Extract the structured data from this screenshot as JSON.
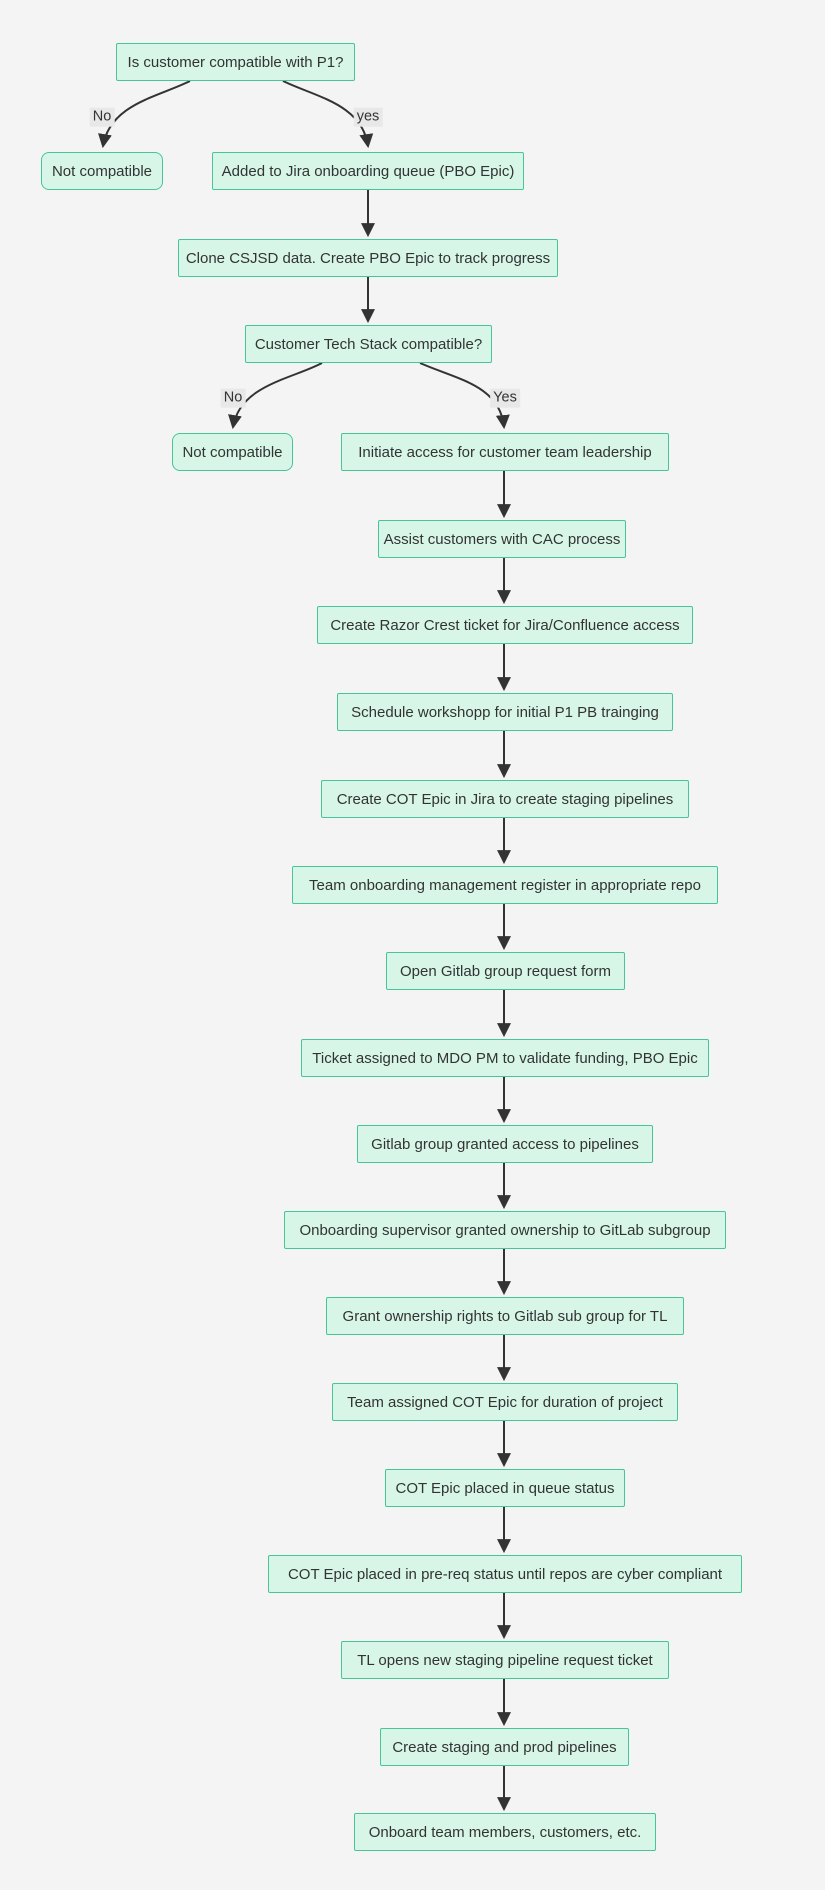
{
  "diagram": {
    "type": "flowchart",
    "direction": "top-down",
    "colors": {
      "background": "#f4f4f4",
      "node_fill": "#d7f6e8",
      "node_border": "#46c599",
      "node_text": "#333333",
      "arrow": "#333333",
      "edge_label_bg": "#e8e8e8"
    },
    "nodes": [
      {
        "id": "compat-question",
        "label": "Is customer compatible with P1?"
      },
      {
        "id": "not-compatible-1",
        "label": "Not compatible"
      },
      {
        "id": "jira-queue",
        "label": "Added to Jira onboarding queue (PBO Epic)"
      },
      {
        "id": "clone-csjsd",
        "label": "Clone CSJSD data. Create PBO Epic to track progress"
      },
      {
        "id": "tech-stack-question",
        "label": "Customer Tech Stack compatible?"
      },
      {
        "id": "not-compatible-2",
        "label": "Not compatible"
      },
      {
        "id": "initiate-access",
        "label": "Initiate access for customer team leadership"
      },
      {
        "id": "assist-cac",
        "label": "Assist customers with CAC process"
      },
      {
        "id": "razor-crest",
        "label": "Create Razor Crest ticket for Jira/Confluence access"
      },
      {
        "id": "schedule-workshop",
        "label": "Schedule workshopp for initial P1 PB trainging"
      },
      {
        "id": "create-cot-epic",
        "label": "Create COT Epic in Jira to create staging pipelines"
      },
      {
        "id": "team-register",
        "label": "Team onboarding management register in appropriate repo"
      },
      {
        "id": "gitlab-request-form",
        "label": "Open Gitlab group request form"
      },
      {
        "id": "ticket-mdo-pm",
        "label": "Ticket assigned to MDO PM to validate funding, PBO Epic"
      },
      {
        "id": "gitlab-access",
        "label": "Gitlab group granted access to pipelines"
      },
      {
        "id": "supervisor-ownership",
        "label": "Onboarding supervisor granted ownership to GitLab subgroup"
      },
      {
        "id": "grant-tl-ownership",
        "label": "Grant ownership rights to Gitlab sub group for TL"
      },
      {
        "id": "team-cot-duration",
        "label": "Team assigned COT Epic for duration of project"
      },
      {
        "id": "cot-queue-status",
        "label": "COT Epic placed in queue status"
      },
      {
        "id": "cot-prereq-status",
        "label": "COT Epic placed in pre-req status until repos are cyber compliant"
      },
      {
        "id": "tl-opens-ticket",
        "label": "TL opens new staging pipeline request ticket"
      },
      {
        "id": "create-pipelines",
        "label": "Create staging and prod pipelines"
      },
      {
        "id": "onboard-team",
        "label": "Onboard team members, customers, etc."
      }
    ],
    "edge_labels": [
      {
        "text": "No"
      },
      {
        "text": "yes"
      },
      {
        "text": "No"
      },
      {
        "text": "Yes"
      }
    ]
  }
}
